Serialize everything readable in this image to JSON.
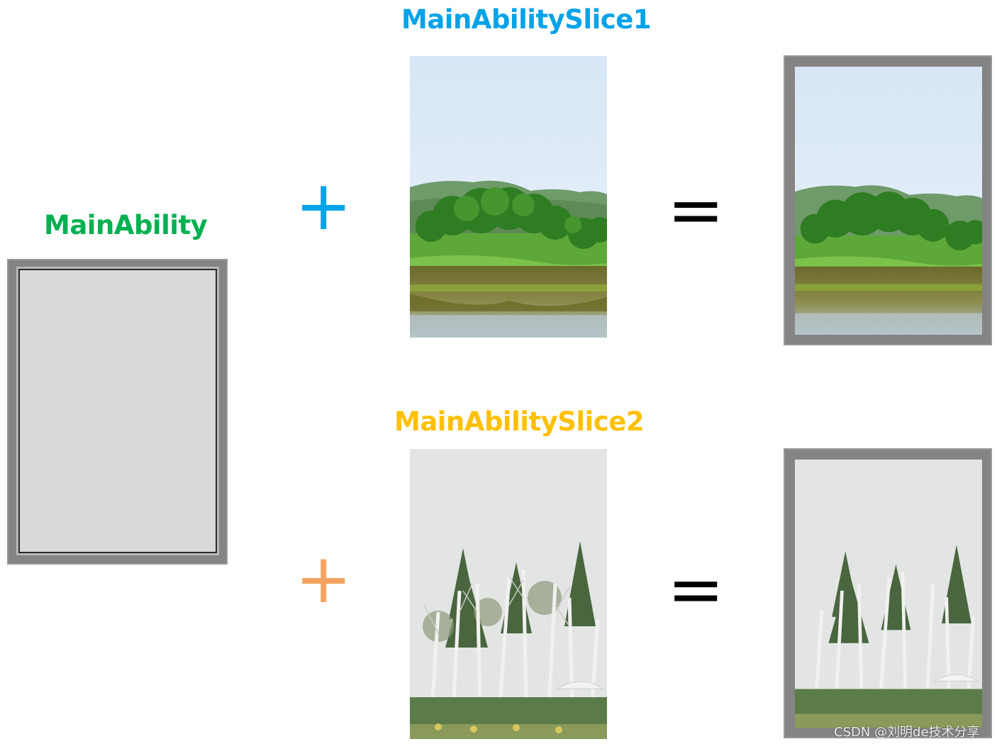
{
  "labels": {
    "main_ability": "MainAbility",
    "slice1": "MainAbilitySlice1",
    "slice2": "MainAbilitySlice2"
  },
  "operators": {
    "plus": "+",
    "equals": "="
  },
  "watermark": "CSDN @刘明de技术分享",
  "colors": {
    "main_ability": "#00b050",
    "slice1": "#00a2e8",
    "slice2": "#ffc000",
    "plus_top": "#00a2e8",
    "plus_bottom": "#f4a460",
    "equals": "#000000",
    "frame": "#858383",
    "screen": "#d9d9d9"
  }
}
